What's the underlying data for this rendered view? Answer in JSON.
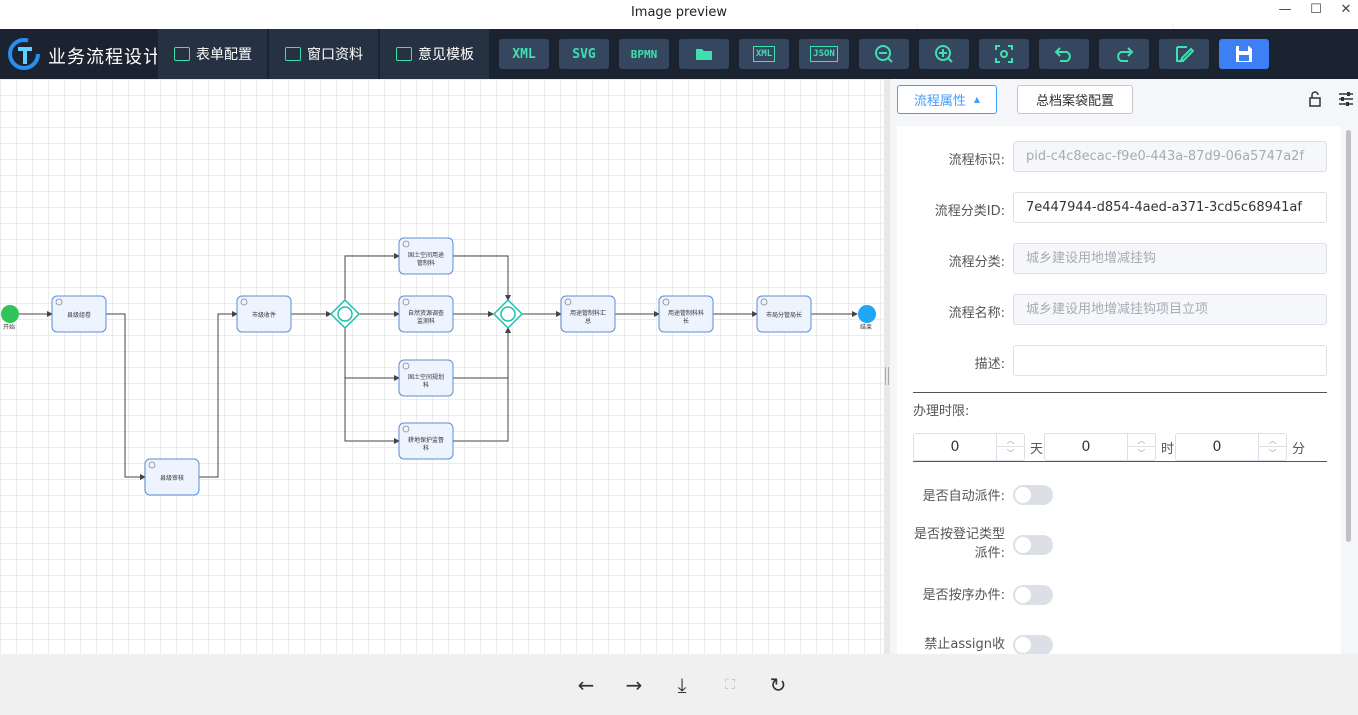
{
  "window": {
    "title": "Image preview"
  },
  "app": {
    "title": "业务流程设计",
    "nav_tabs": [
      {
        "label": "表单配置",
        "icon": "table-icon"
      },
      {
        "label": "窗口资料",
        "icon": "window-icon"
      },
      {
        "label": "意见模板",
        "icon": "template-icon"
      }
    ],
    "toolbar_buttons": [
      {
        "label": "XML",
        "icon": "xml-text-icon"
      },
      {
        "label": "SVG",
        "icon": "svg-text-icon"
      },
      {
        "label": "BPMN",
        "icon": "bpmn-text-icon"
      },
      {
        "label": "",
        "icon": "folder-open-icon"
      },
      {
        "label": "XML",
        "icon": "xml-file-icon"
      },
      {
        "label": "JSON",
        "icon": "json-file-icon"
      },
      {
        "label": "",
        "icon": "zoom-out-icon"
      },
      {
        "label": "",
        "icon": "zoom-in-icon"
      },
      {
        "label": "",
        "icon": "fit-view-icon"
      },
      {
        "label": "",
        "icon": "undo-icon"
      },
      {
        "label": "",
        "icon": "redo-icon"
      },
      {
        "label": "",
        "icon": "edit-icon"
      },
      {
        "label": "",
        "icon": "save-icon"
      }
    ]
  },
  "diagram": {
    "start_label": "开始",
    "end_label": "结束",
    "tasks": [
      "县级组卷",
      "县级审核",
      "市级收件",
      "国土空间用途管制科",
      "自然资源调查监测科",
      "国土空间规划科",
      "耕地保护监督科",
      "用途管制科汇总",
      "用途管制科科长",
      "市局分管局长"
    ]
  },
  "panel": {
    "tabs": [
      {
        "label": "流程属性",
        "active": true
      },
      {
        "label": "总档案袋配置",
        "active": false
      }
    ],
    "fields": {
      "process_id": {
        "label": "流程标识:",
        "value": "pid-c4c8ecac-f9e0-443a-87d9-06a5747a2f"
      },
      "category_id": {
        "label": "流程分类ID:",
        "value": "7e447944-d854-4aed-a371-3cd5c68941af"
      },
      "category": {
        "label": "流程分类:",
        "value": "城乡建设用地增减挂钩"
      },
      "name": {
        "label": "流程名称:",
        "value": "城乡建设用地增减挂钩项目立项"
      },
      "description": {
        "label": "描述:",
        "value": ""
      }
    },
    "time_limit": {
      "label": "办理时限:",
      "days": "0",
      "day_unit": "天",
      "hours": "0",
      "hour_unit": "时",
      "minutes": "0",
      "minute_unit": "分"
    },
    "switches": [
      {
        "label": "是否自动派件:",
        "on": false
      },
      {
        "label": "是否按登记类型派件:",
        "on": false
      },
      {
        "label": "是否按序办件:",
        "on": false
      },
      {
        "label": "禁止assign收",
        "on": false
      }
    ]
  },
  "colors": {
    "toolbar_bg": "#1b2330",
    "accent": "#3fe0b0",
    "primary": "#409eff",
    "start": "#2ec55b",
    "end": "#1ea7f5"
  }
}
